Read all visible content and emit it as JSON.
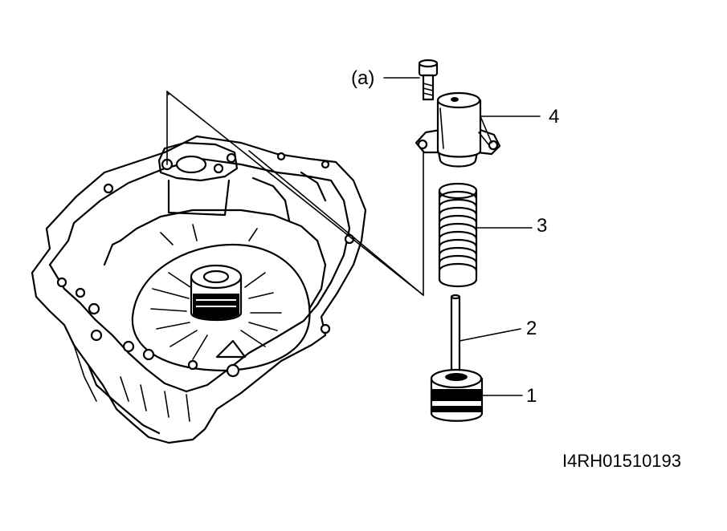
{
  "figure": {
    "code": "I4RH01510193",
    "parts": [
      {
        "id": "1",
        "label": "1"
      },
      {
        "id": "2",
        "label": "2"
      },
      {
        "id": "3",
        "label": "3"
      },
      {
        "id": "4",
        "label": "4"
      }
    ],
    "bolt_label": "(a)"
  },
  "colors": {
    "line": "#000000",
    "background": "#ffffff"
  }
}
